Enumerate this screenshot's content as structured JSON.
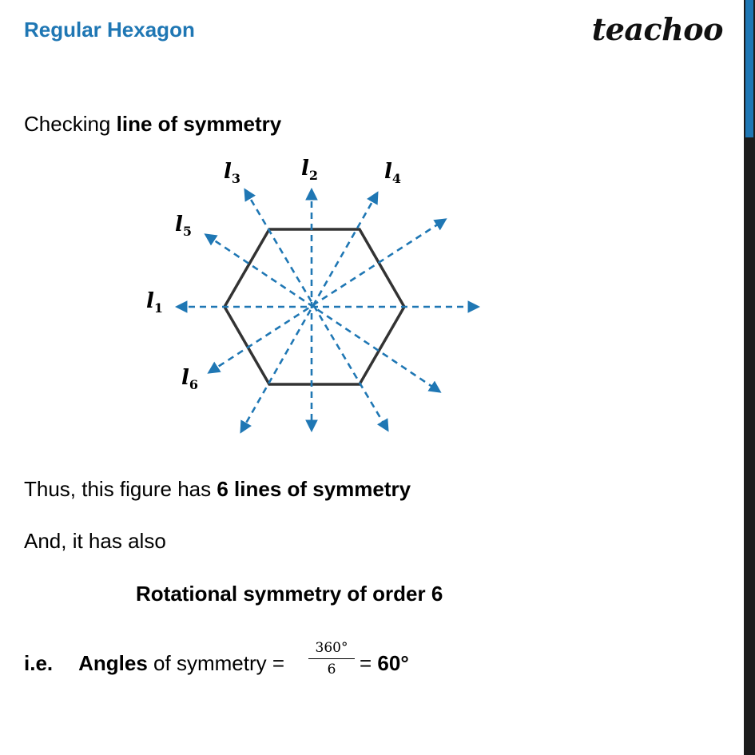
{
  "header": {
    "title": "Regular Hexagon",
    "brand": "teachoo"
  },
  "content": {
    "heading_prefix": "Checking ",
    "heading_bold": "line of symmetry",
    "thus_prefix": "Thus, this figure has ",
    "thus_bold": "6 lines of symmetry",
    "also": "And, it has also",
    "rotational": "Rotational symmetry of order 6",
    "ie": "i.e.",
    "angles_bold": "Angles",
    "angles_text": " of symmetry = ",
    "frac_num": "360°",
    "frac_den": "6",
    "equals": " = ",
    "result": "60°"
  },
  "figure": {
    "labels": [
      {
        "letter": "l",
        "sub": "1"
      },
      {
        "letter": "l",
        "sub": "2"
      },
      {
        "letter": "l",
        "sub": "3"
      },
      {
        "letter": "l",
        "sub": "4"
      },
      {
        "letter": "l",
        "sub": "5"
      },
      {
        "letter": "l",
        "sub": "6"
      }
    ],
    "line_color": "#1f77b4",
    "shape_color": "#333333"
  }
}
